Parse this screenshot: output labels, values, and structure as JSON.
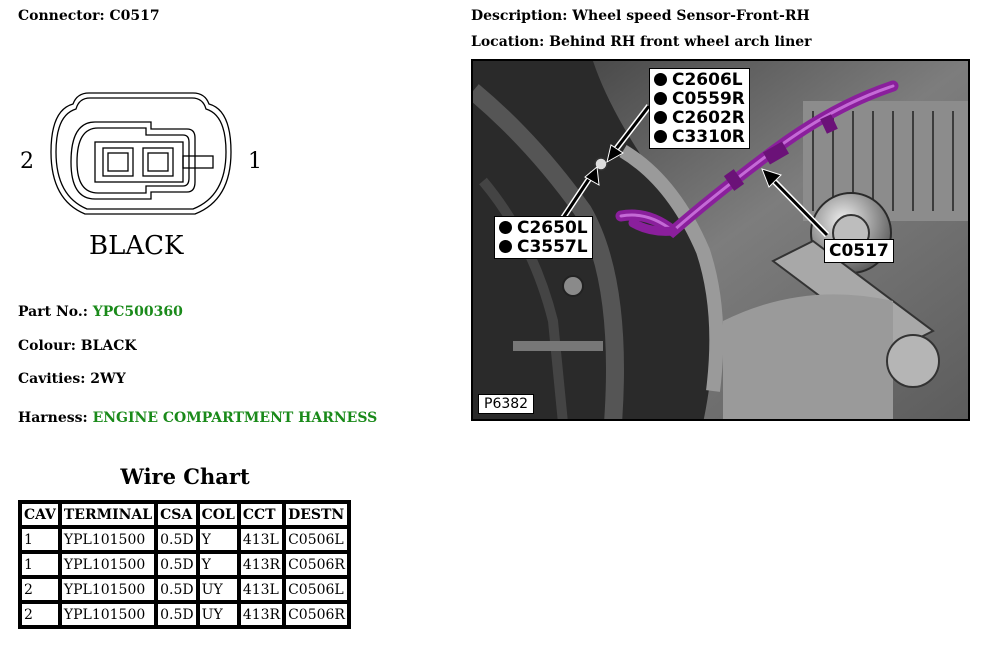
{
  "connector": {
    "label": "Connector:",
    "value": "C0517"
  },
  "description": {
    "label": "Description:",
    "value": "Wheel speed Sensor-Front-RH"
  },
  "location": {
    "label": "Location:",
    "value": "Behind RH front wheel arch liner"
  },
  "diagram": {
    "pin_left": "2",
    "pin_right": "1",
    "color_text": "BLACK"
  },
  "part_no": {
    "label": "Part No.:",
    "value": "YPC500360"
  },
  "colour": {
    "label": "Colour:",
    "value": "BLACK"
  },
  "cavities": {
    "label": "Cavities:",
    "value": "2WY"
  },
  "harness": {
    "label": "Harness:",
    "value": "ENGINE COMPARTMENT HARNESS"
  },
  "photo": {
    "callout_top": [
      "C2606L",
      "C0559R",
      "C2602R",
      "C3310R"
    ],
    "callout_left": [
      "C2650L",
      "C3557L"
    ],
    "callout_main": "C0517",
    "ref": "P6382"
  },
  "wire_chart": {
    "title": "Wire Chart",
    "headers": [
      "CAV",
      "TERMINAL",
      "CSA",
      "COL",
      "CCT",
      "DESTN"
    ],
    "rows": [
      [
        "1",
        "YPL101500",
        "0.5D",
        "Y",
        "413L",
        "C0506L"
      ],
      [
        "1",
        "YPL101500",
        "0.5D",
        "Y",
        "413R",
        "C0506R"
      ],
      [
        "2",
        "YPL101500",
        "0.5D",
        "UY",
        "413L",
        "C0506L"
      ],
      [
        "2",
        "YPL101500",
        "0.5D",
        "UY",
        "413R",
        "C0506R"
      ]
    ]
  },
  "colors": {
    "green_value": "#1a8a1a",
    "harness_purple": "#8a1f9c"
  }
}
